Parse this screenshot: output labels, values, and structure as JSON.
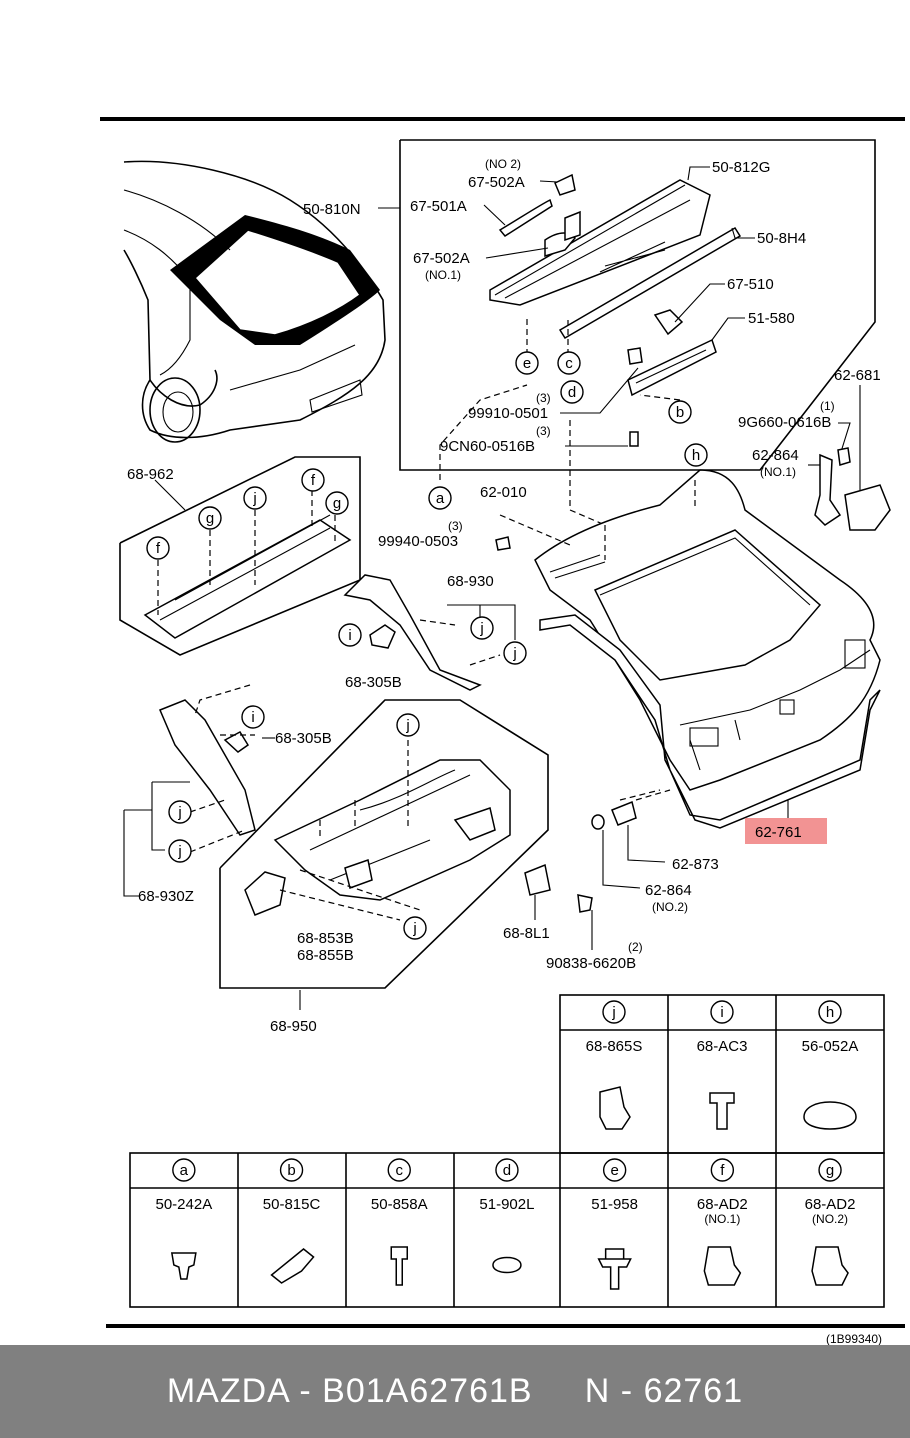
{
  "diagram": {
    "ref_code": "(1B99340)",
    "callouts": {
      "c50_812G": "50-812G",
      "c50_810N": "50-810N",
      "c67_502A_no2_qual": "(NO 2)",
      "c67_502A_a": "67-502A",
      "c67_501A": "67-501A",
      "c67_502A_b": "67-502A",
      "c67_502A_no1_qual": "(NO.1)",
      "c50_8H4": "50-8H4",
      "c67_510": "67-510",
      "c51_580": "51-580",
      "c62_681": "62-681",
      "q3a": "(3)",
      "c99910": "99910-0501",
      "q3b": "(3)",
      "c9CN60": "9CN60-0516B",
      "q1a": "(1)",
      "c9G660": "9G660-0616B",
      "c62_864_no1": "62-864",
      "c62_864_no1_qual": "(NO.1)",
      "c68_962": "68-962",
      "c62_010": "62-010",
      "q3c": "(3)",
      "c99940": "99940-0503",
      "c68_930": "68-930",
      "c68_305B_a": "68-305B",
      "c68_305B_b": "68-305B",
      "c68_930Z": "68-930Z",
      "c62_761": "62-761",
      "c62_873": "62-873",
      "c62_864_no2": "62-864",
      "c62_864_no2_qual": "(NO.2)",
      "c68_8L1": "68-8L1",
      "q2": "(2)",
      "c90838": "90838-6620B",
      "c68_853B": "68-853B",
      "c68_855B": "68-855B",
      "c68_950": "68-950"
    },
    "marker_letters": {
      "e": "e",
      "c": "c",
      "d": "d",
      "b": "b",
      "a": "a",
      "h": "h",
      "f": "f",
      "g": "g",
      "i": "i",
      "j": "j"
    },
    "legend_top": [
      {
        "letter": "j",
        "part": "68-865S",
        "qual": ""
      },
      {
        "letter": "i",
        "part": "68-AC3",
        "qual": ""
      },
      {
        "letter": "h",
        "part": "56-052A",
        "qual": ""
      }
    ],
    "legend_bottom": [
      {
        "letter": "a",
        "part": "50-242A",
        "qual": ""
      },
      {
        "letter": "b",
        "part": "50-815C",
        "qual": ""
      },
      {
        "letter": "c",
        "part": "50-858A",
        "qual": ""
      },
      {
        "letter": "d",
        "part": "51-902L",
        "qual": ""
      },
      {
        "letter": "e",
        "part": "51-958",
        "qual": ""
      },
      {
        "letter": "f",
        "part": "68-AD2",
        "qual": "(NO.1)"
      },
      {
        "letter": "g",
        "part": "68-AD2",
        "qual": "(NO.2)"
      }
    ],
    "highlight_color": "#f08080"
  },
  "footer": {
    "text": "MAZDA - B01A62761B     N - 62761",
    "background": "#808080"
  }
}
